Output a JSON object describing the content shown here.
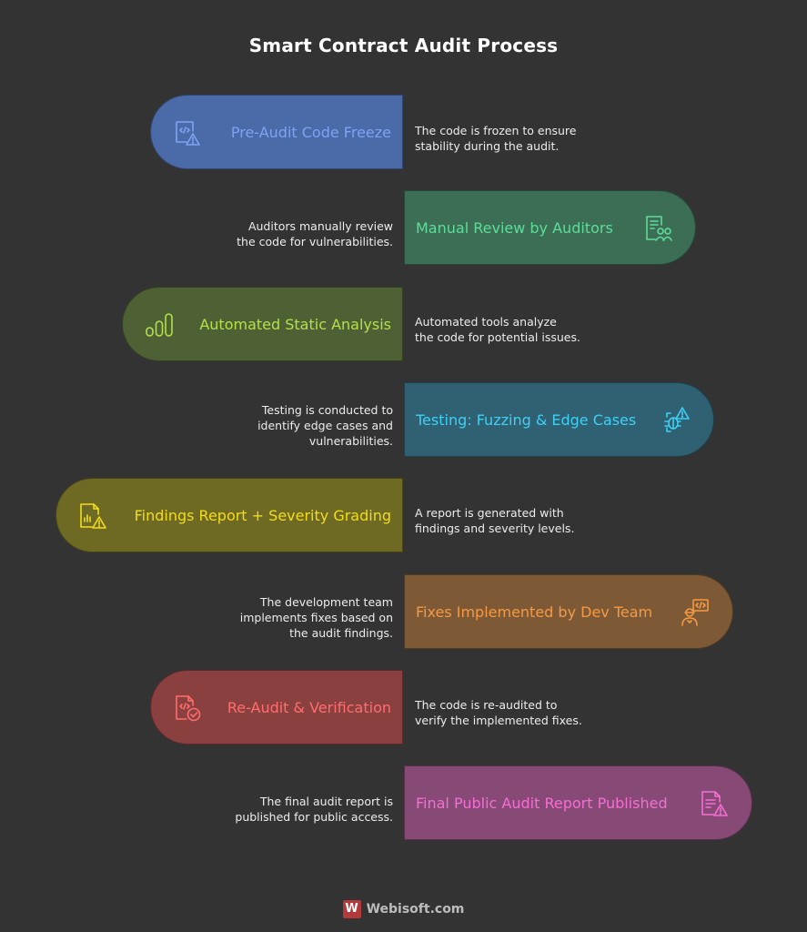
{
  "title": "Smart Contract Audit Process",
  "steps": [
    {
      "label": "Pre-Audit Code Freeze",
      "description": [
        "The code is frozen to ensure",
        "stability during the audit."
      ],
      "fill": "#4a6aa8",
      "text_color": "#7fa3f2",
      "icon": "code-warning-icon"
    },
    {
      "label": "Manual Review by Auditors",
      "description": [
        "Auditors manually review",
        "the code for vulnerabilities."
      ],
      "fill": "#3b6e55",
      "text_color": "#5fdc9a",
      "icon": "document-people-icon"
    },
    {
      "label": "Automated Static Analysis",
      "description": [
        "Automated tools analyze",
        "the code for potential issues."
      ],
      "fill": "#4e6134",
      "text_color": "#b4e04a",
      "icon": "bar-chart-icon"
    },
    {
      "label": "Testing: Fuzzing & Edge Cases",
      "description": [
        "Testing is conducted to",
        "identify edge cases and",
        "vulnerabilities."
      ],
      "fill": "#2f6173",
      "text_color": "#3fd0f5",
      "icon": "bug-warning-icon"
    },
    {
      "label": "Findings Report + Severity Grading",
      "description": [
        "A report is generated with",
        "findings and severity levels."
      ],
      "fill": "#6e6a24",
      "text_color": "#f2dc1d",
      "icon": "report-chart-icon"
    },
    {
      "label": "Fixes Implemented by Dev Team",
      "description": [
        "The development team",
        "implements fixes based on",
        "the audit findings."
      ],
      "fill": "#7d5a35",
      "text_color": "#f59a45",
      "icon": "developer-code-icon"
    },
    {
      "label": "Re-Audit & Verification",
      "description": [
        "The code is re-audited to",
        "verify the implemented fixes."
      ],
      "fill": "#8b4040",
      "text_color": "#ff6e6e",
      "icon": "code-check-icon"
    },
    {
      "label": "Final Public Audit Report Published",
      "description": [
        "The final audit report is",
        "published for public access."
      ],
      "fill": "#874a76",
      "text_color": "#f56ed2",
      "icon": "document-warning-icon"
    }
  ],
  "footer": {
    "logo_letter": "W",
    "brand": "Webisoft.com"
  }
}
